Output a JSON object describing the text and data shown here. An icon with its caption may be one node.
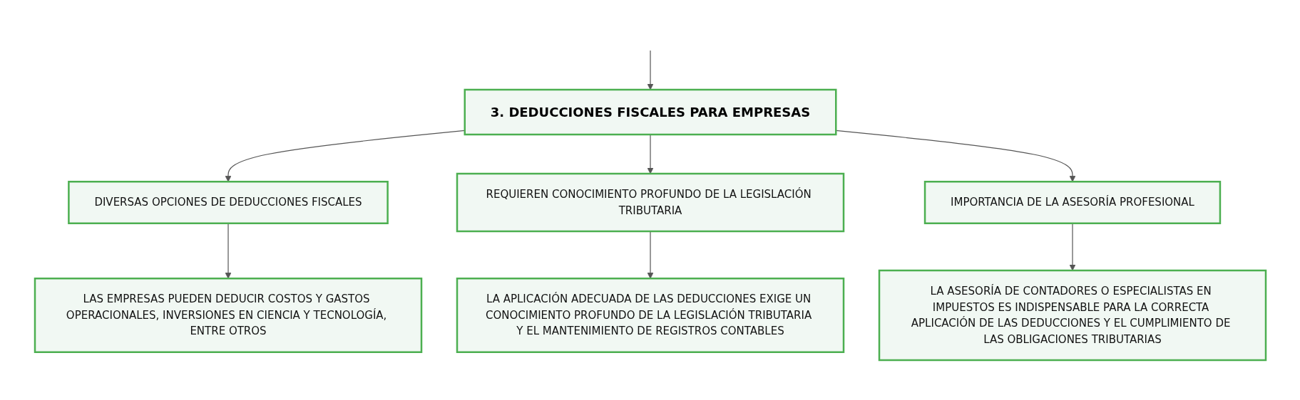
{
  "diagram": {
    "nodes": [
      {
        "text": [
          "3. DEDUCCIONES FISCALES PARA EMPRESAS"
        ]
      },
      {
        "text": [
          "DIVERSAS OPCIONES DE DEDUCCIONES FISCALES"
        ]
      },
      {
        "text": [
          "REQUIEREN CONOCIMIENTO PROFUNDO DE LA LEGISLACIÓN TRIBUTARIA"
        ]
      },
      {
        "text": [
          "IMPORTANCIA DE LA ASESORÍA PROFESIONAL"
        ]
      },
      {
        "text": [
          "LAS EMPRESAS PUEDEN DEDUCIR COSTOS Y GASTOS OPERACIONALES, INVERSIONES EN CIENCIA Y TECNOLOGÍA, ENTRE OTROS"
        ]
      },
      {
        "text": [
          "LA APLICACIÓN ADECUADA DE LAS DEDUCCIONES EXIGE UN CONOCIMIENTO PROFUNDO DE LA LEGISLACIÓN TRIBUTARIA Y EL MANTENIMIENTO DE REGISTROS CONTABLES"
        ]
      },
      {
        "text": [
          "LA ASESORÍA DE CONTADORES O ESPECIALISTAS EN IMPUESTOS ES INDISPENSABLE PARA LA CORRECTA APLICACIÓN DE LAS DEDUCCIONES Y EL CUMPLIMIENTO DE LAS OBLIGACIONES TRIBUTARIAS"
        ]
      }
    ],
    "edges": [
      {
        "from": null,
        "to": 0,
        "arrow": "to"
      },
      {
        "from": 0,
        "to": 1,
        "arrow": "to"
      },
      {
        "from": 0,
        "to": 2,
        "arrow": "to"
      },
      {
        "from": 0,
        "to": 3,
        "arrow": "to"
      },
      {
        "from": 1,
        "to": 4,
        "arrow": "to"
      },
      {
        "from": 2,
        "to": 5,
        "arrow": "to"
      },
      {
        "from": 3,
        "to": 6,
        "arrow": "to"
      }
    ]
  }
}
